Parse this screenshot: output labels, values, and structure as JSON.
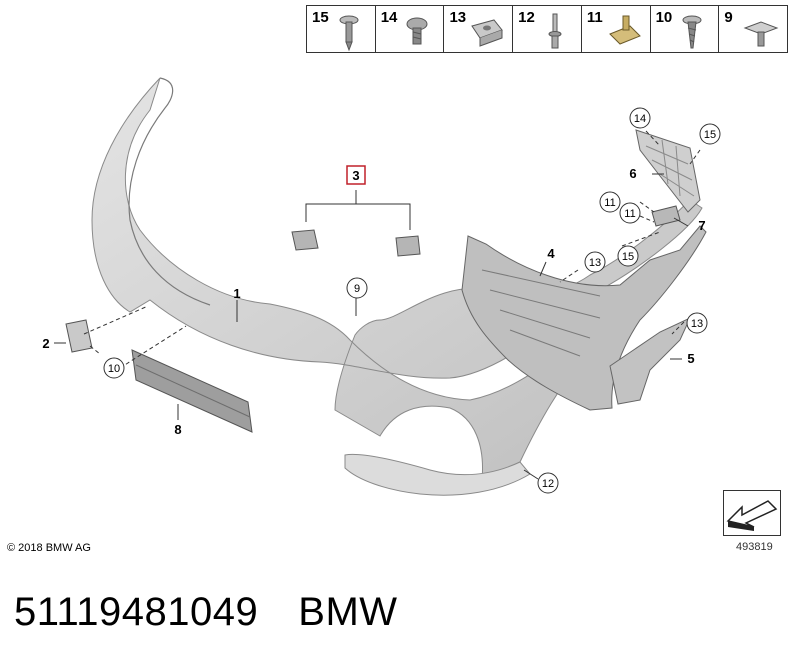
{
  "strip": [
    {
      "num": "15",
      "icon": "bolt-icon"
    },
    {
      "num": "14",
      "icon": "screw-icon"
    },
    {
      "num": "13",
      "icon": "clip-nut-icon"
    },
    {
      "num": "12",
      "icon": "pin-icon"
    },
    {
      "num": "11",
      "icon": "spring-nut-icon"
    },
    {
      "num": "10",
      "icon": "self-tap-screw-icon"
    },
    {
      "num": "9",
      "icon": "expanding-rivet-icon"
    }
  ],
  "callouts": {
    "c14": "14",
    "c15a": "15",
    "c11a": "11",
    "c11b": "11",
    "c15b": "15",
    "c13a": "13",
    "c13b": "13",
    "c9": "9",
    "c10": "10",
    "c12": "12"
  },
  "labels": {
    "l1": "1",
    "l2": "2",
    "l3": "3",
    "l4": "4",
    "l5": "5",
    "l6": "6",
    "l7": "7",
    "l8": "8"
  },
  "copyright": "© 2018 BMW AG",
  "ref_id": "493819",
  "footer": {
    "part_number": "51119481049",
    "brand": "BMW"
  },
  "colors": {
    "part_fill": "#d6d6d6",
    "part_stroke": "#8a8a8a",
    "highlight": "#c0202a"
  }
}
